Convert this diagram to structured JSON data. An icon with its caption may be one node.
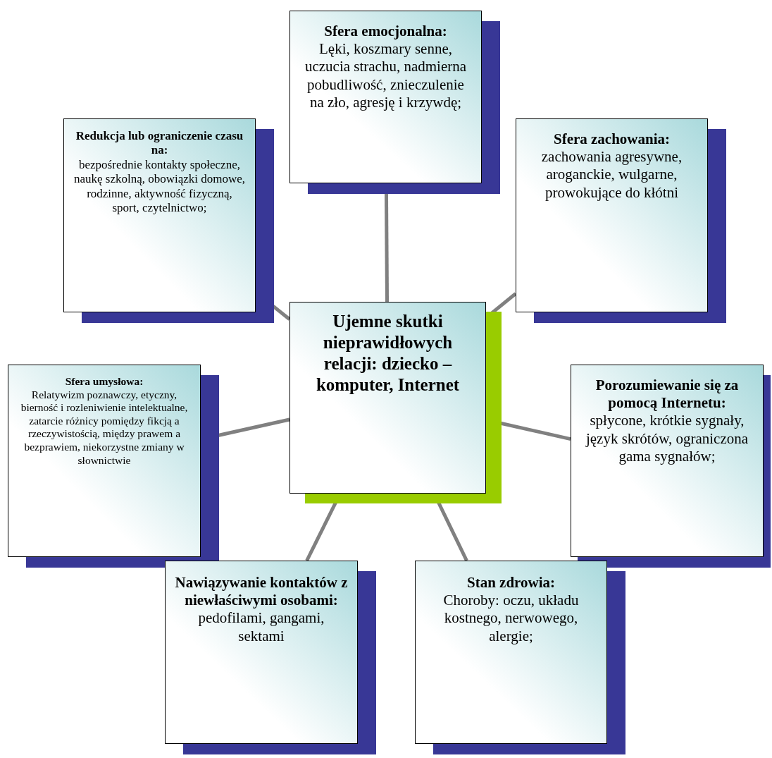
{
  "diagram": {
    "nodes": [
      {
        "text": [
          "Ujemne skutki nieprawidłowych relacji: dziecko – komputer, Internet"
        ]
      },
      {
        "text": [
          "Sfera emocjonalna:",
          "Lęki, koszmary senne, uczucia strachu, nadmierna pobudliwość, znieczulenie na zło, agresję i krzywdę;"
        ]
      },
      {
        "text": [
          "Redukcja lub ograniczenie czasu na:",
          "bezpośrednie kontakty społeczne, naukę szkolną, obowiązki domowe, rodzinne, aktywność fizyczną, sport, czytelnictwo;"
        ]
      },
      {
        "text": [
          "Sfera zachowania:",
          "zachowania agresywne, aroganckie, wulgarne, prowokujące do kłótni"
        ]
      },
      {
        "text": [
          "Sfera umysłowa:",
          "Relatywizm poznawczy, etyczny, bierność i rozleniwienie intelektualne, zatarcie różnicy pomiędzy fikcją a rzeczywistością, między prawem a bezprawiem, niekorzystne zmiany w słownictwie"
        ]
      },
      {
        "text": [
          "**Porozumiewanie się za pomocą Internetu:** spłycone, krótkie sygnały, język skrótów, ograniczona gama sygnałów;"
        ]
      },
      {
        "text": [
          "**Nawiązywanie kontaktów z niewłaściwymi osobami:** pedofilami, gangami, sektami"
        ]
      },
      {
        "text": [
          "Stan zdrowia:",
          "Choroby: oczu, układu kostnego, nerwowego, alergie;"
        ]
      }
    ],
    "edges": [
      {
        "from": 0,
        "to": 1,
        "arrow": "none"
      },
      {
        "from": 0,
        "to": 2,
        "arrow": "none"
      },
      {
        "from": 0,
        "to": 3,
        "arrow": "none"
      },
      {
        "from": 0,
        "to": 4,
        "arrow": "none"
      },
      {
        "from": 0,
        "to": 5,
        "arrow": "none"
      },
      {
        "from": 0,
        "to": 6,
        "arrow": "none"
      },
      {
        "from": 0,
        "to": 7,
        "arrow": "none"
      }
    ]
  }
}
